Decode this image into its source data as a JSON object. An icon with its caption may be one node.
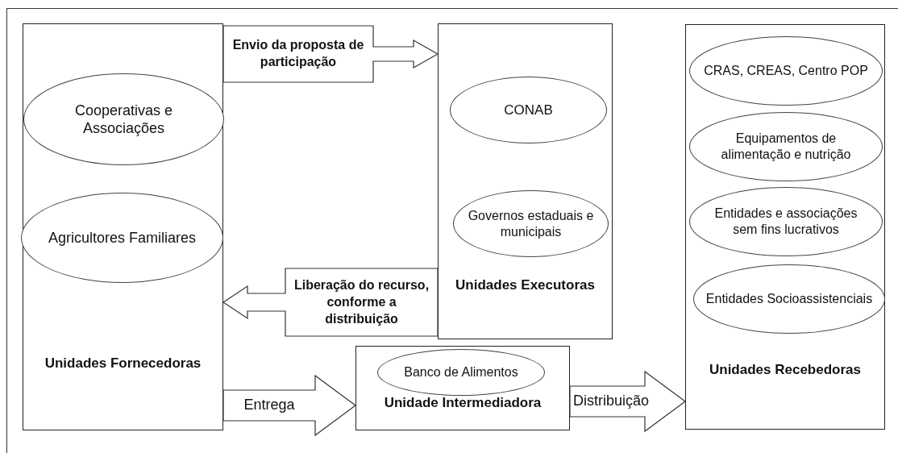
{
  "diagram": {
    "nodes": [
      {
        "text": [
          "Unidades Fornecedoras"
        ]
      },
      {
        "text": [
          "Cooperativas e Associações"
        ],
        "in": 0
      },
      {
        "text": [
          "Agricultores Familiares"
        ],
        "in": 0
      },
      {
        "text": [
          "Unidades Executoras"
        ]
      },
      {
        "text": [
          "CONAB"
        ],
        "in": 3
      },
      {
        "text": [
          "Governos estaduais e municipais"
        ],
        "in": 3
      },
      {
        "text": [
          "Unidade Intermediadora"
        ]
      },
      {
        "text": [
          "Banco de Alimentos"
        ],
        "in": 6
      },
      {
        "text": [
          "Unidades Recebedoras"
        ]
      },
      {
        "text": [
          "CRAS, CREAS, Centro POP"
        ],
        "in": 8
      },
      {
        "text": [
          "Equipamentos de alimentação e nutrição"
        ],
        "in": 8
      },
      {
        "text": [
          "Entidades e associações sem fins lucrativos"
        ],
        "in": 8
      },
      {
        "text": [
          "Entidades Socioassistenciais"
        ],
        "in": 8
      }
    ],
    "edges": [
      {
        "from": 0,
        "to": 3,
        "arrow": "to",
        "label": "Envio da proposta de participação"
      },
      {
        "from": 3,
        "to": 0,
        "arrow": "to",
        "label": "Liberação do recurso, conforme a distribuição"
      },
      {
        "from": 0,
        "to": 6,
        "arrow": "to",
        "label": "Entrega"
      },
      {
        "from": 6,
        "to": 8,
        "arrow": "to",
        "label": "Distribuição"
      }
    ]
  }
}
